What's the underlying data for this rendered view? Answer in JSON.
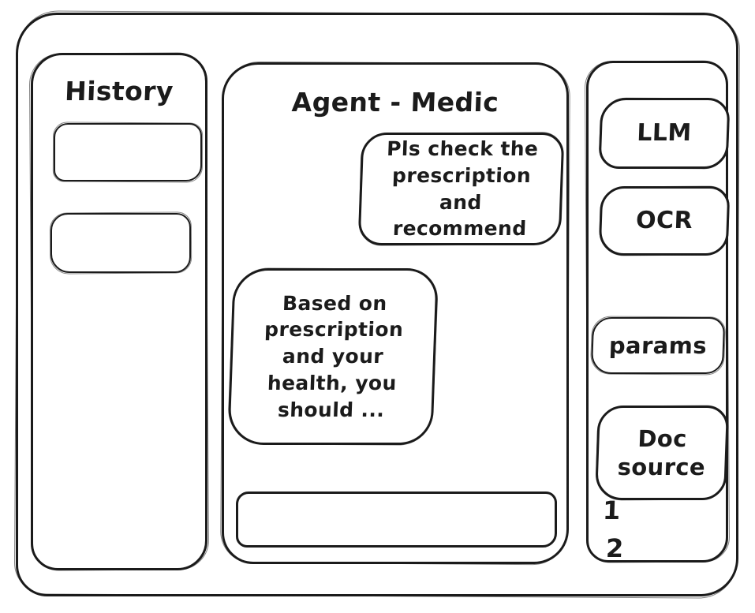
{
  "colors": {
    "stroke": "#1b1b1b",
    "background": "#ffffff"
  },
  "history_panel": {
    "title": "History",
    "items": [
      {
        "label": ""
      },
      {
        "label": ""
      }
    ]
  },
  "chat_panel": {
    "title": "Agent - Medic",
    "messages": [
      {
        "role": "user",
        "text": "Pls check the prescription and recommend"
      },
      {
        "role": "assistant",
        "text": "Based on prescription and your health, you should ..."
      }
    ],
    "composer": {
      "value": "",
      "placeholder": ""
    }
  },
  "tools_panel": {
    "buttons": [
      {
        "id": "llm",
        "label": "LLM"
      },
      {
        "id": "ocr",
        "label": "OCR"
      },
      {
        "id": "params",
        "label": "params"
      },
      {
        "id": "doc-source",
        "label": "Doc source"
      }
    ],
    "doc_source_items": [
      "1",
      "2"
    ]
  }
}
